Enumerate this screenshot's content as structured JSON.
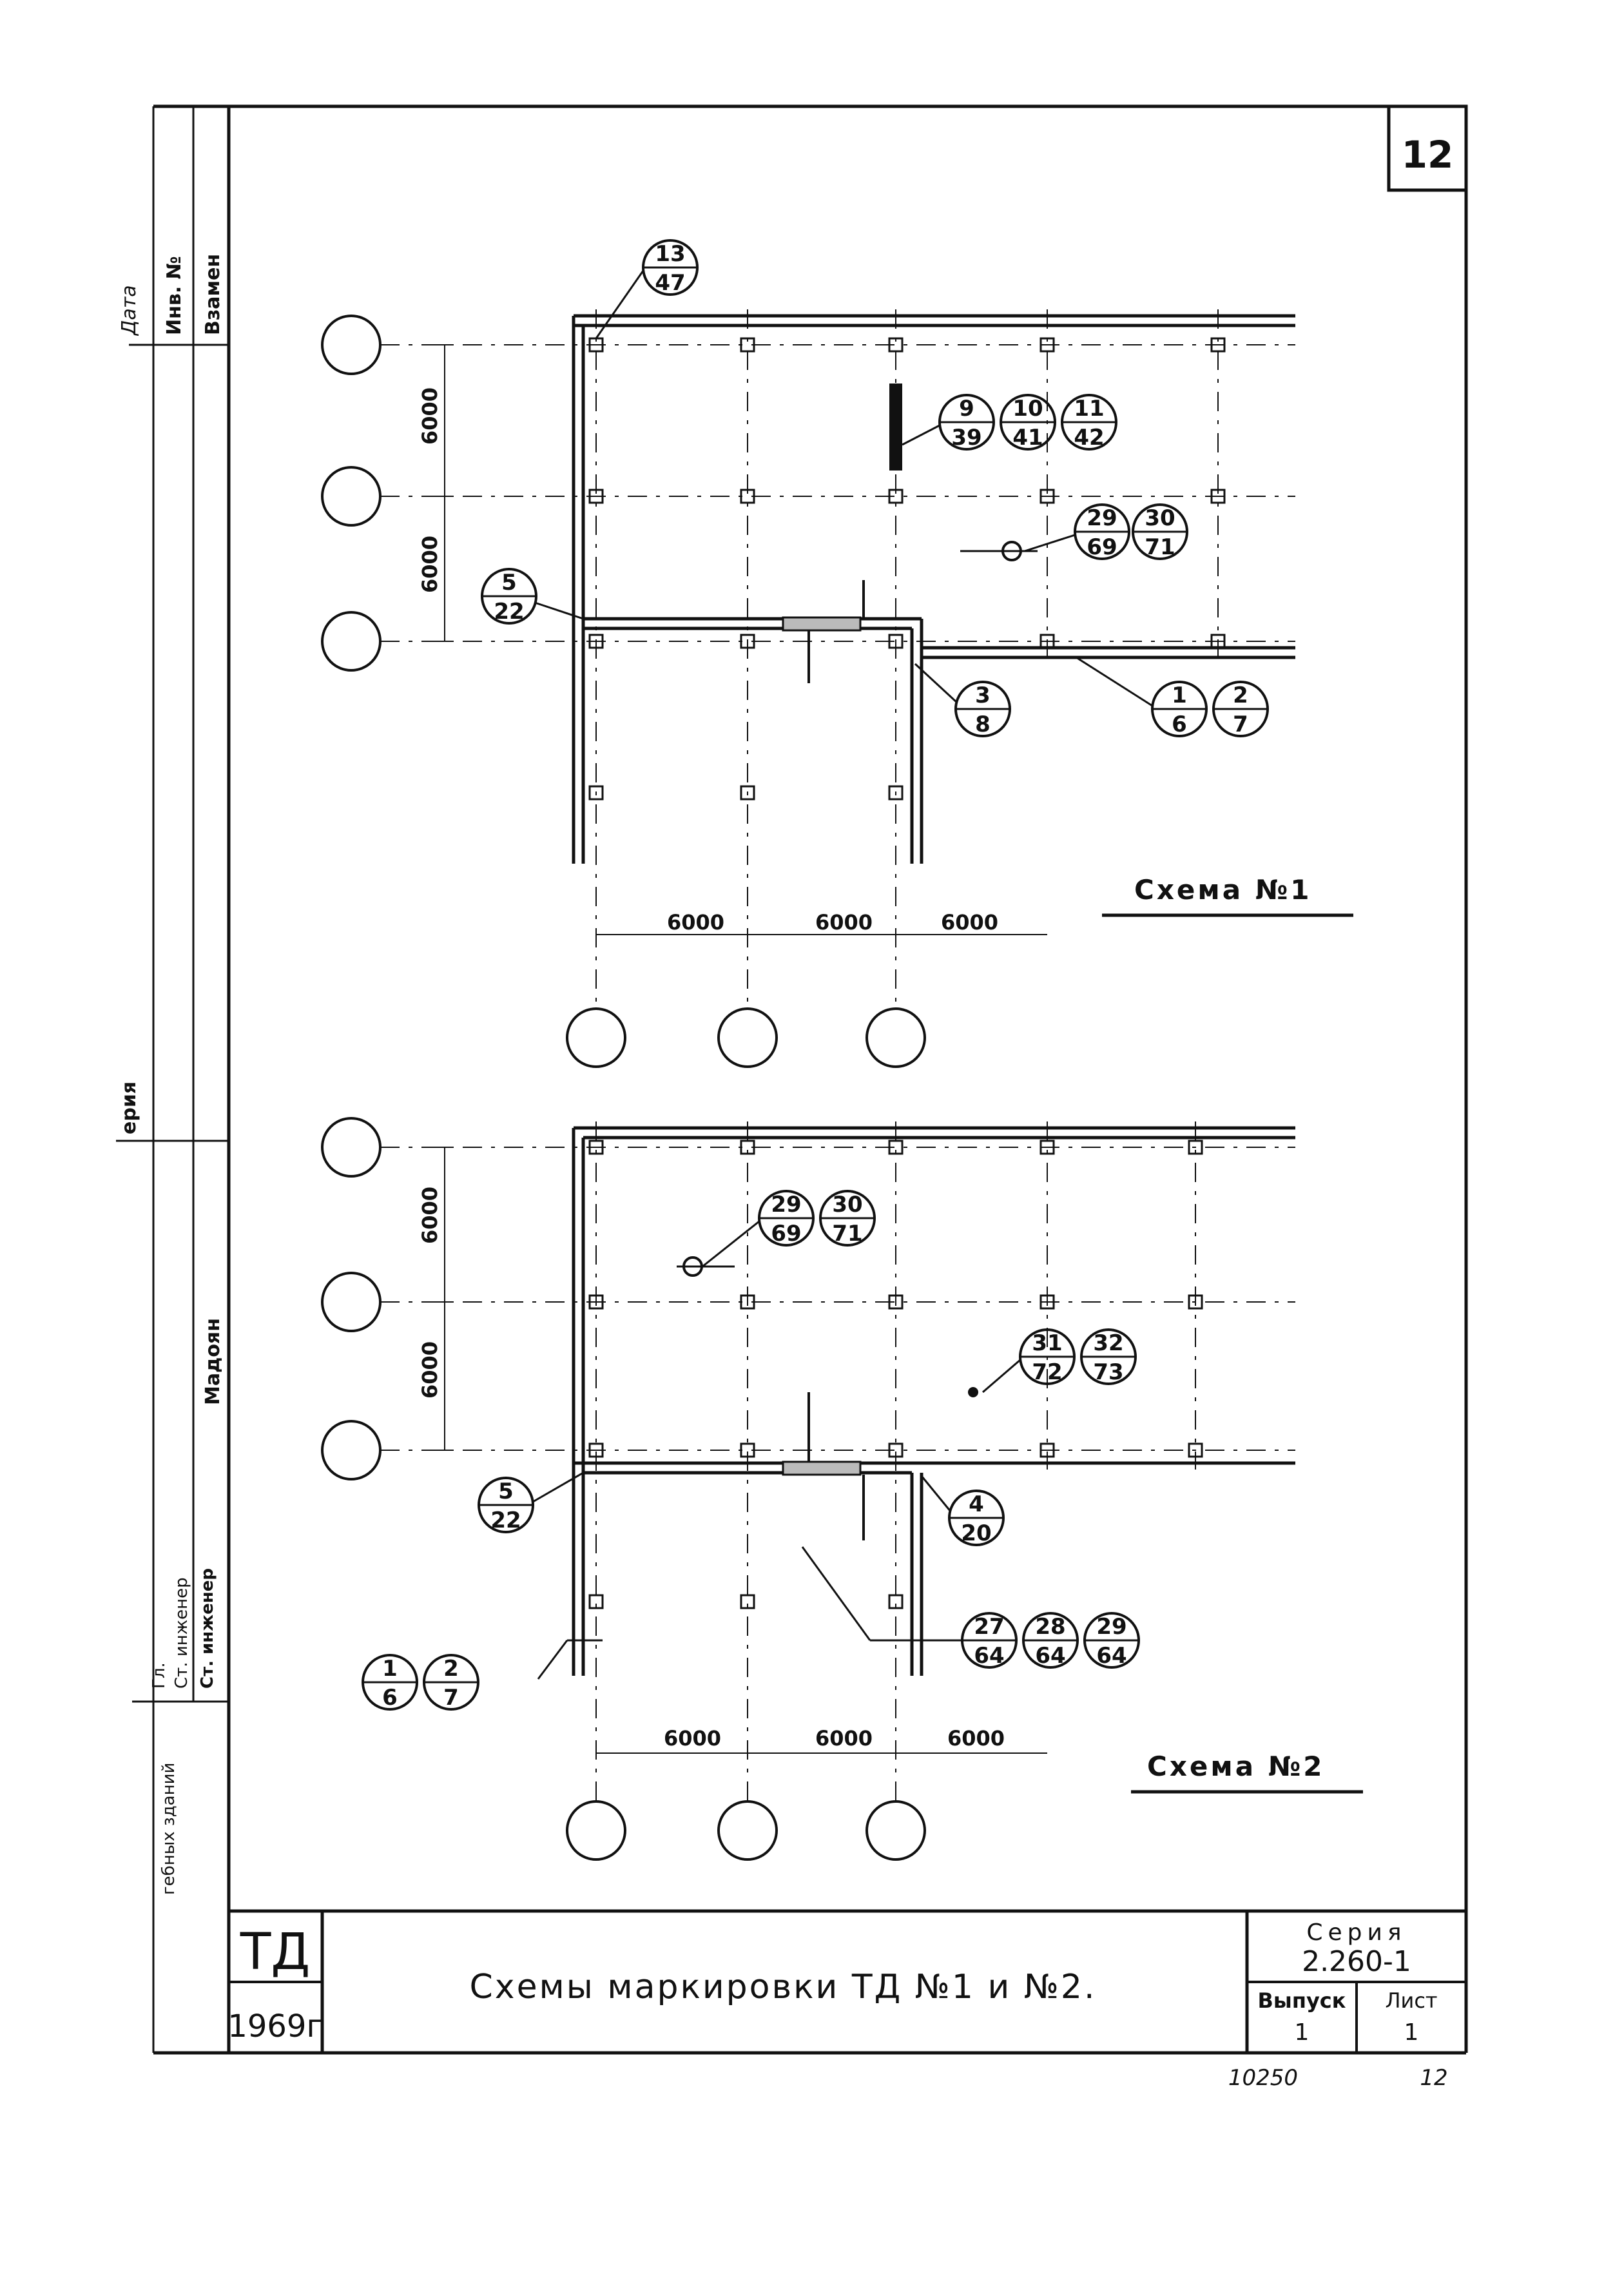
{
  "sheet_number": "12",
  "left_margin": {
    "labels": [
      "Дата",
      "Инв. №",
      "Взамен",
      "ерия",
      "Гл.",
      "Ст. инженер",
      "Ст. инженер",
      "Мадоян",
      "гебных зданий"
    ]
  },
  "scheme1": {
    "title": "Схема №1",
    "dim_rows": [
      "6000",
      "6000"
    ],
    "dim_cols": [
      "6000",
      "6000",
      "6000"
    ],
    "callouts": [
      {
        "top": "13",
        "bottom": "47"
      },
      {
        "top": "9",
        "bottom": "39"
      },
      {
        "top": "10",
        "bottom": "41"
      },
      {
        "top": "11",
        "bottom": "42"
      },
      {
        "top": "29",
        "bottom": "69"
      },
      {
        "top": "30",
        "bottom": "71"
      },
      {
        "top": "5",
        "bottom": "22"
      },
      {
        "top": "3",
        "bottom": "8"
      },
      {
        "top": "1",
        "bottom": "6"
      },
      {
        "top": "2",
        "bottom": "7"
      }
    ]
  },
  "scheme2": {
    "title": "Схема №2",
    "dim_rows": [
      "6000",
      "6000"
    ],
    "dim_cols": [
      "6000",
      "6000",
      "6000"
    ],
    "callouts": [
      {
        "top": "29",
        "bottom": "69"
      },
      {
        "top": "30",
        "bottom": "71"
      },
      {
        "top": "31",
        "bottom": "72"
      },
      {
        "top": "32",
        "bottom": "73"
      },
      {
        "top": "5",
        "bottom": "22"
      },
      {
        "top": "4",
        "bottom": "20"
      },
      {
        "top": "1",
        "bottom": "6"
      },
      {
        "top": "2",
        "bottom": "7"
      },
      {
        "top": "27",
        "bottom": "64"
      },
      {
        "top": "28",
        "bottom": "64"
      },
      {
        "top": "29",
        "bottom": "64"
      }
    ]
  },
  "title_block": {
    "org": "ТД",
    "year": "1969г",
    "title": "Схемы маркировки ТД №1 и №2.",
    "series_label": "Серия",
    "series_value": "2.260-1",
    "issue_label": "Выпуск",
    "issue_value": "1",
    "sheet_label": "Лист",
    "sheet_value": "1"
  },
  "footer": {
    "code": "10250",
    "page": "12"
  }
}
